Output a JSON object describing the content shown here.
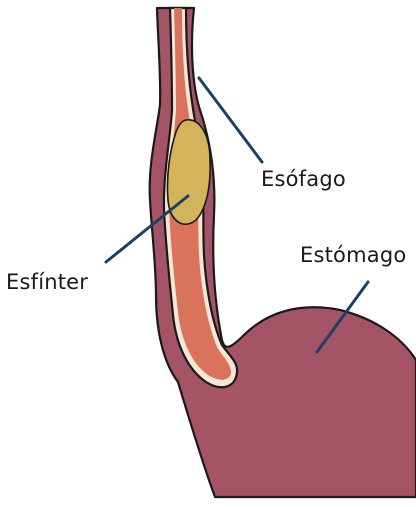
{
  "labels": {
    "esophagus": "Esófago",
    "sphincter": "Esfínter",
    "stomach": "Estómago"
  },
  "colors": {
    "tissue": "#a55468",
    "lumen": "#d9735c",
    "bolus": "#d4b45a",
    "outline": "#1a1a1a",
    "leader": "#1d3f66",
    "highlight": "#f6e6d6"
  }
}
